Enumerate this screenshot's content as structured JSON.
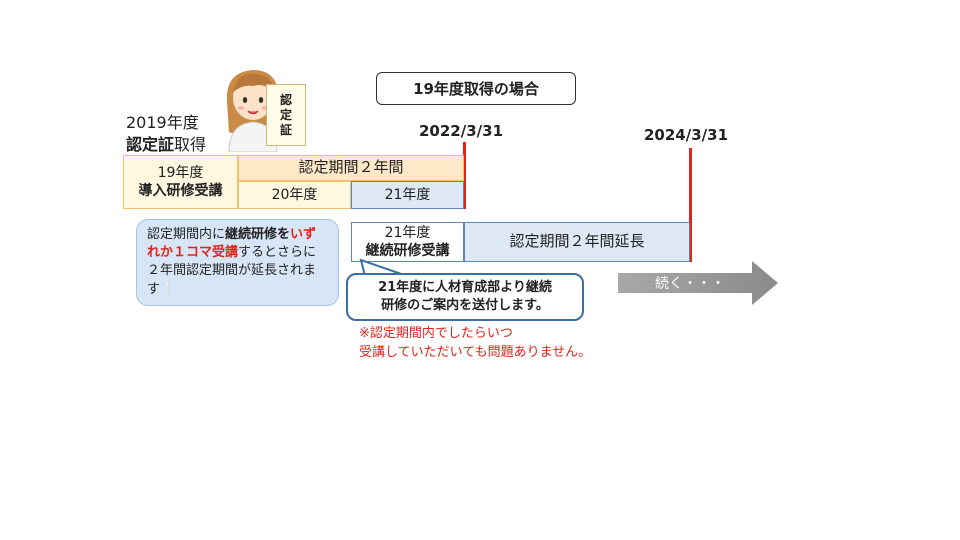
{
  "title": "19年度取得の場合",
  "cert_year_label": "2019年度",
  "cert_label_bold": "認定証",
  "cert_label_rest": "取得",
  "cert_badge_chars": [
    "認",
    "定",
    "証"
  ],
  "date_1": "2022/3/31",
  "date_2": "2024/3/31",
  "row1": {
    "cell_year": "19年度",
    "cell_training": "導入研修受講",
    "period": "認定期間２年間",
    "year_20": "20年度",
    "year_21": "21年度"
  },
  "row2": {
    "cell_year": "21年度",
    "cell_training": "継続研修受講",
    "extension": "認定期間２年間延長"
  },
  "note": {
    "part1": "認定期間内に",
    "part2": "継続研修を",
    "part3": "いずれか１コマ受講",
    "part4": "するとさらに２年間認定期間が延長されます❕"
  },
  "callout_line1": "21年度に人材育成部より継続",
  "callout_line2": "研修のご案内を送付します。",
  "red_note_line1": "※認定期間内でしたらいつ",
  "red_note_line2": "受講していただいても問題ありません。",
  "arrow_label": "続く・・・",
  "colors": {
    "accent_red": "#e2231a",
    "blue_border": "#3a6ea5",
    "yellow_fill": "#fff8e1",
    "orange_fill": "#fde9c7",
    "blue_fill": "#dde8f4",
    "arrow_gray": "#9e9e9e"
  },
  "icons": {
    "nurse": "nurse-illustration-icon",
    "arrow": "right-arrow-icon"
  }
}
